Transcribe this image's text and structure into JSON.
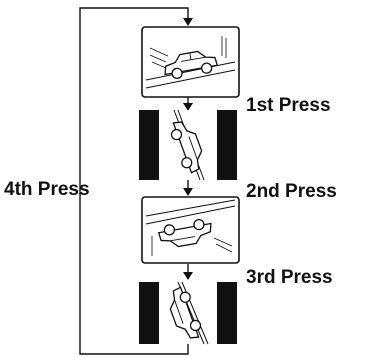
{
  "labels": {
    "first": "1st Press",
    "second": "2nd Press",
    "third": "3rd Press",
    "fourth": "4th Press"
  },
  "frames": [
    {
      "name": "car-side-view",
      "orientation": "landscape"
    },
    {
      "name": "car-view-rotated-90",
      "orientation": "portrait"
    },
    {
      "name": "car-view-rotated-180",
      "orientation": "landscape"
    },
    {
      "name": "car-view-rotated-270",
      "orientation": "portrait"
    }
  ],
  "colors": {
    "line": "#111111",
    "frame_fill": "#ffffff",
    "portrait_band": "#111111"
  }
}
